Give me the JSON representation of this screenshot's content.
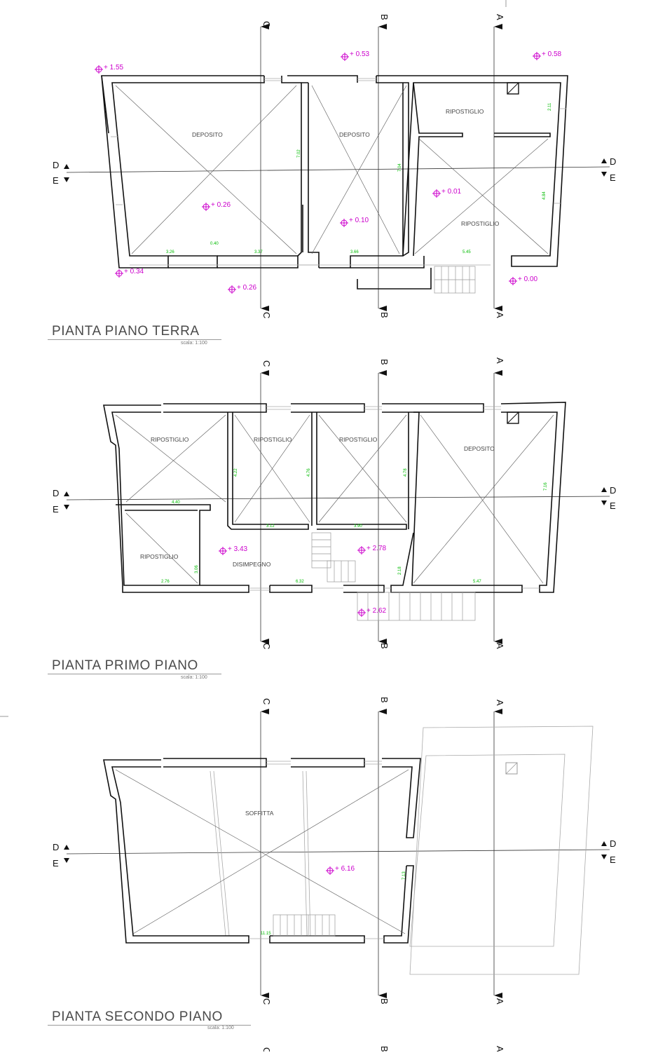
{
  "colors": {
    "wall": "#111111",
    "dimension": "#00bb00",
    "level": "#cc00cc",
    "line": "#333333",
    "light": "#aaaaaa"
  },
  "plans": [
    {
      "title": "PIANTA PIANO TERRA",
      "scale": "scala: 1:100",
      "rooms": [
        "DEPOSITO",
        "DEPOSITO",
        "RIPOSTIGLIO",
        "RIPOSTIGLIO"
      ],
      "levels": [
        "+ 1.55",
        "+ 0.53",
        "+ 0.58",
        "+ 0.26",
        "+ 0.01",
        "+ 0.10",
        "+ 0.34",
        "+ 0.26",
        "+ 0.00"
      ],
      "dims": [
        "3.26",
        "3.37",
        "3.66",
        "5.45",
        "7.02",
        "7.04",
        "4.84",
        "2.11",
        "0.40"
      ],
      "section_labels": {
        "a": "A",
        "b": "B",
        "c": "C",
        "d": "D",
        "e": "E"
      }
    },
    {
      "title": "PIANTA PRIMO PIANO",
      "scale": "scala: 1:100",
      "rooms": [
        "RIPOSTIGLIO",
        "RIPOSTIGLIO",
        "RIPOSTIGLIO",
        "DEPOSITO",
        "RIPOSTIGLIO",
        "DISIMPEGNO"
      ],
      "levels": [
        "+ 3.43",
        "+ 2.78",
        "+ 2.62"
      ],
      "dims": [
        "4.40",
        "3.12",
        "3.90",
        "2.76",
        "6.32",
        "5.47",
        "4.22",
        "4.76",
        "4.78",
        "7.16",
        "3.06",
        "2.18"
      ],
      "section_labels": {
        "a": "A",
        "b": "B",
        "c": "C",
        "d": "D",
        "e": "E"
      }
    },
    {
      "title": "PIANTA SECONDO PIANO",
      "scale": "scala: 1:100",
      "rooms": [
        "SOFFITTA"
      ],
      "levels": [
        "+ 6.16"
      ],
      "dims": [
        "11.15",
        "7.13"
      ],
      "section_labels": {
        "a": "A",
        "b": "B",
        "c": "C",
        "d": "D",
        "e": "E"
      }
    }
  ]
}
